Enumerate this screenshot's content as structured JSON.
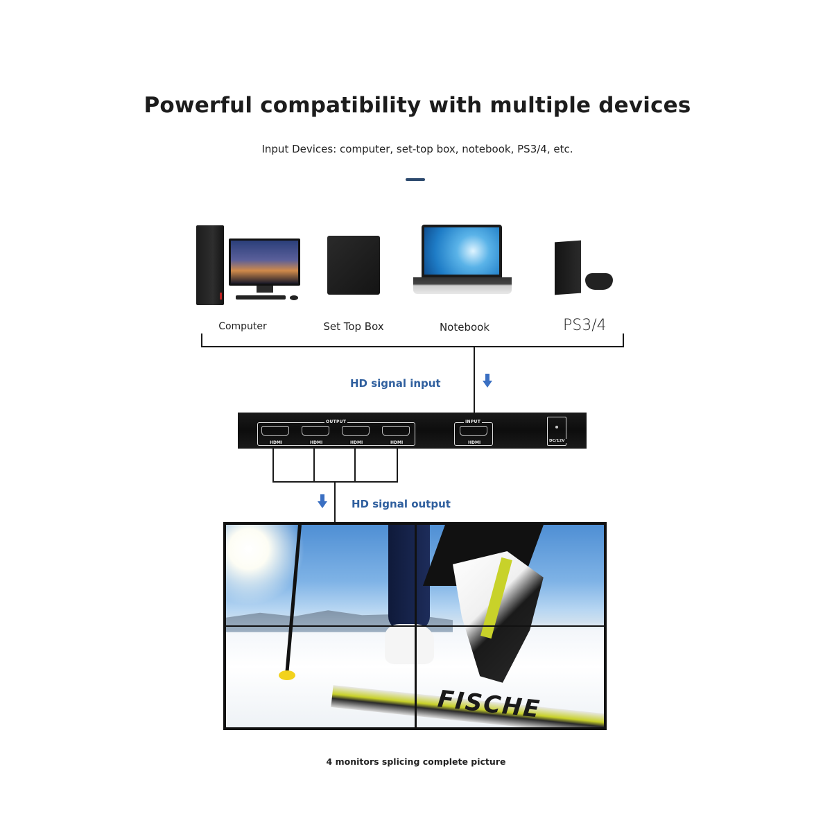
{
  "header": {
    "title": "Powerful compatibility with multiple devices",
    "subtitle": "Input Devices: computer, set-top box, notebook, PS3/4, etc.",
    "accent_color": "#2d4a6e"
  },
  "devices": [
    {
      "label": "Computer",
      "icon": "desktop-computer-icon"
    },
    {
      "label": "Set Top Box",
      "icon": "set-top-box-icon"
    },
    {
      "label": "Notebook",
      "icon": "laptop-icon"
    },
    {
      "label": "PS3/4",
      "icon": "game-console-icon"
    }
  ],
  "flow": {
    "input_label": "HD signal input",
    "output_label": "HD signal output",
    "arrow_color": "#3a6fc2",
    "label_color": "#2f5f9e"
  },
  "splitter": {
    "output_group_label": "OUTPUT",
    "output_ports": [
      "HDMI",
      "HDMI",
      "HDMI",
      "HDMI"
    ],
    "input_group_label": "INPUT",
    "input_port": "HDMI",
    "power_label": "DC/12V"
  },
  "video_wall": {
    "layout": "2x2",
    "image_text": "FISCHE",
    "caption": "4 monitors splicing complete picture"
  }
}
